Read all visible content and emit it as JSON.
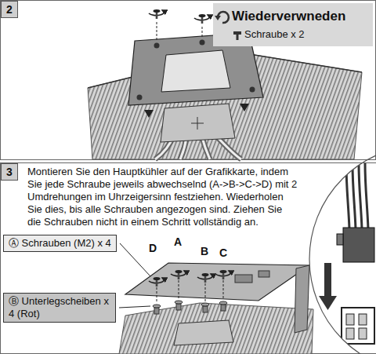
{
  "diagram": {
    "nodes": [
      {
        "text": [
          "2"
        ]
      },
      {
        "text": [
          "Wiederverwneden",
          "Schraube x 2"
        ]
      },
      {
        "text": [
          "3"
        ]
      },
      {
        "text": [
          "Ⓐ Schrauben (M2) x 4"
        ]
      },
      {
        "text": [
          "Ⓑ Unterlegscheiben x 4 (Rot)"
        ]
      }
    ],
    "labels": [
      "Montieren Sie den Hauptkühler auf der Grafikkarte, indem Sie jede Schraube jeweils abwechselnd (A->B->C->D) mit 2 Umdrehungen im Uhrzeigersinn festziehen. Wiederholen Sie dies, bis alle Schrauben angezogen sind. Ziehen Sie die Schrauben nicht in einem Schritt vollständig an.",
      "A",
      "D",
      "B",
      "C"
    ]
  }
}
